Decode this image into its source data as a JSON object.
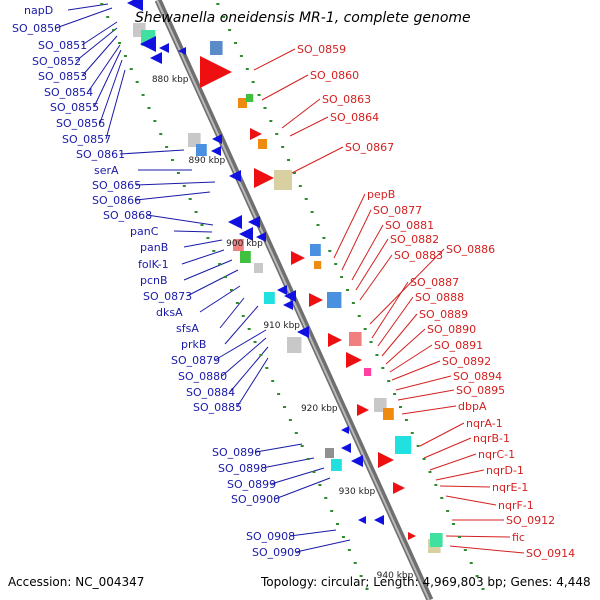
{
  "title": "Shewanella oneidensis MR-1, complete genome",
  "accession": "Accession: NC_004347",
  "topology": "Topology: circular; Length: 4,969,803 bp; Genes: 4,448",
  "ticks": [
    "880 kbp",
    "890 kbp",
    "900 kbp",
    "910 kbp",
    "920 kbp",
    "930 kbp",
    "940 kbp"
  ],
  "colors": {
    "reverse": "#1010e0",
    "forward": "#ee1010",
    "backbone": "#8a8a8a",
    "green_dot": "#2e8b2e"
  },
  "reverse_labels": [
    "napD",
    "SO_0850",
    "SO_0851",
    "SO_0852",
    "SO_0853",
    "SO_0854",
    "SO_0855",
    "SO_0856",
    "SO_0857",
    "SO_0861",
    "serA",
    "SO_0865",
    "SO_0866",
    "SO_0868",
    "panC",
    "panB",
    "folK-1",
    "pcnB",
    "SO_0873",
    "dksA",
    "sfsA",
    "prkB",
    "SO_0879",
    "SO_0880",
    "SO_0884",
    "SO_0885",
    "SO_0896",
    "SO_0898",
    "SO_0899",
    "SO_0900",
    "SO_0908",
    "SO_0909"
  ],
  "forward_labels": [
    "SO_0859",
    "SO_0860",
    "SO_0863",
    "SO_0864",
    "SO_0867",
    "pepB",
    "SO_0877",
    "SO_0881",
    "SO_0882",
    "SO_0883",
    "SO_0886",
    "SO_0887",
    "SO_0888",
    "SO_0889",
    "SO_0890",
    "SO_0891",
    "SO_0892",
    "SO_0894",
    "SO_0895",
    "dbpA",
    "nqrA-1",
    "nqrB-1",
    "nqrC-1",
    "nqrD-1",
    "nqrE-1",
    "nqrF-1",
    "SO_0912",
    "fic",
    "SO_0914"
  ]
}
